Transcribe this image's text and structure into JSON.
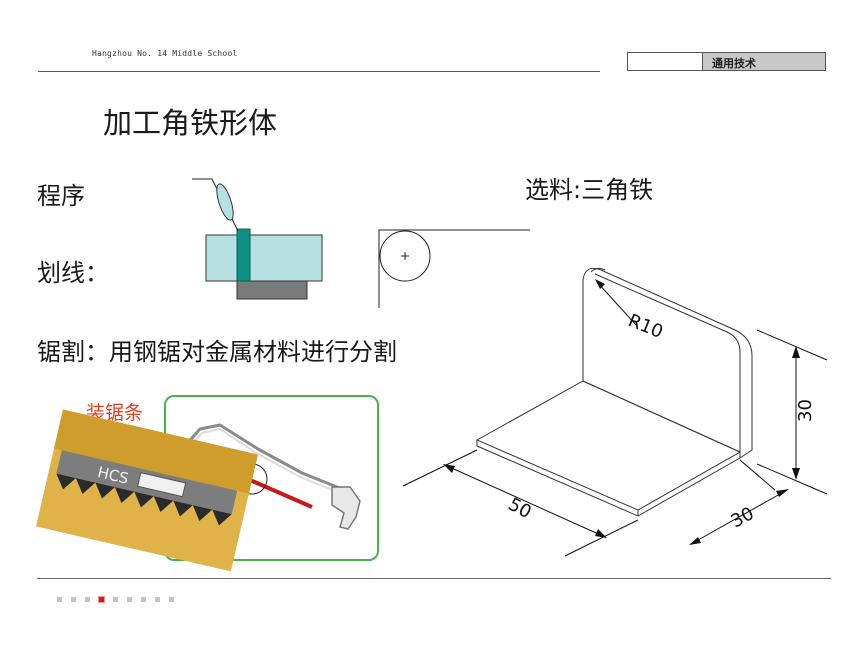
{
  "header": {
    "school": "Hangzhou No. 14 Middle School",
    "course": "通用技术"
  },
  "slide": {
    "title": "加工角铁形体",
    "procedure_label": "程序",
    "marking_label": "划线：",
    "sawing_text": "锯割：用钢锯对金属材料进行分割",
    "material_text": "选料:三角铁",
    "blade_label": "装锯条",
    "blade_brand": "HCS"
  },
  "drawing": {
    "radius_label": "R10",
    "height_label": "30",
    "length_label": "50",
    "depth_label": "30"
  },
  "pagination": {
    "total": 9,
    "current": 4
  },
  "colors": {
    "accent": "#c91f1f",
    "frame": "#4caf50",
    "blade_label": "#e2401f"
  }
}
